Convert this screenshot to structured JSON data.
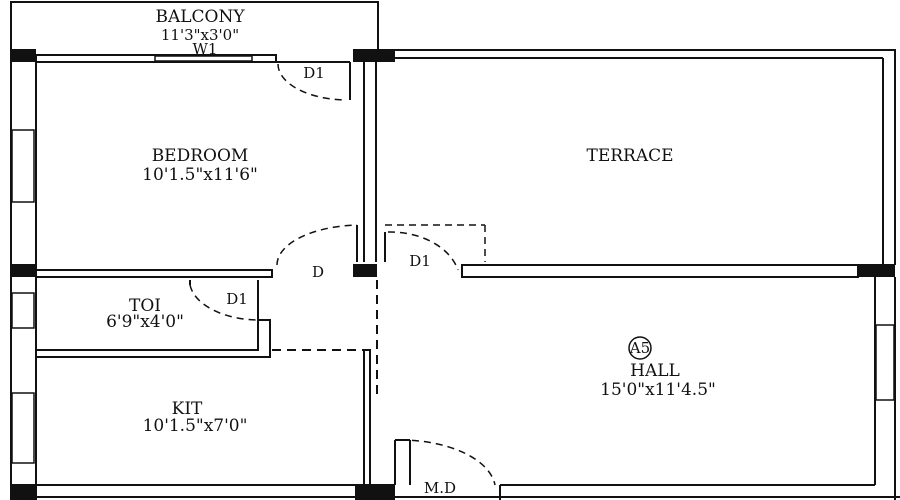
{
  "rooms": {
    "balcony": {
      "name": "BALCONY",
      "size": "11'3\"x3'0\""
    },
    "bedroom": {
      "name": "BEDROOM",
      "size": "10'1.5\"x11'6\""
    },
    "terrace": {
      "name": "TERRACE"
    },
    "toilet": {
      "name": "TOI",
      "size": "6'9\"x4'0\""
    },
    "kitchen": {
      "name": "KIT",
      "size": "10'1.5\"x7'0\""
    },
    "hall": {
      "name": "HALL",
      "size": "15'0\"x11'4.5\"",
      "unit_tag": "A5"
    }
  },
  "openings": {
    "window_balcony": "W1",
    "door_bedroom_balcony": "D1",
    "door_passage": "D",
    "door_terrace": "D1",
    "door_toilet": "D1",
    "main_door": "M.D"
  },
  "colors": {
    "line": "#111111",
    "background": "#ffffff"
  }
}
